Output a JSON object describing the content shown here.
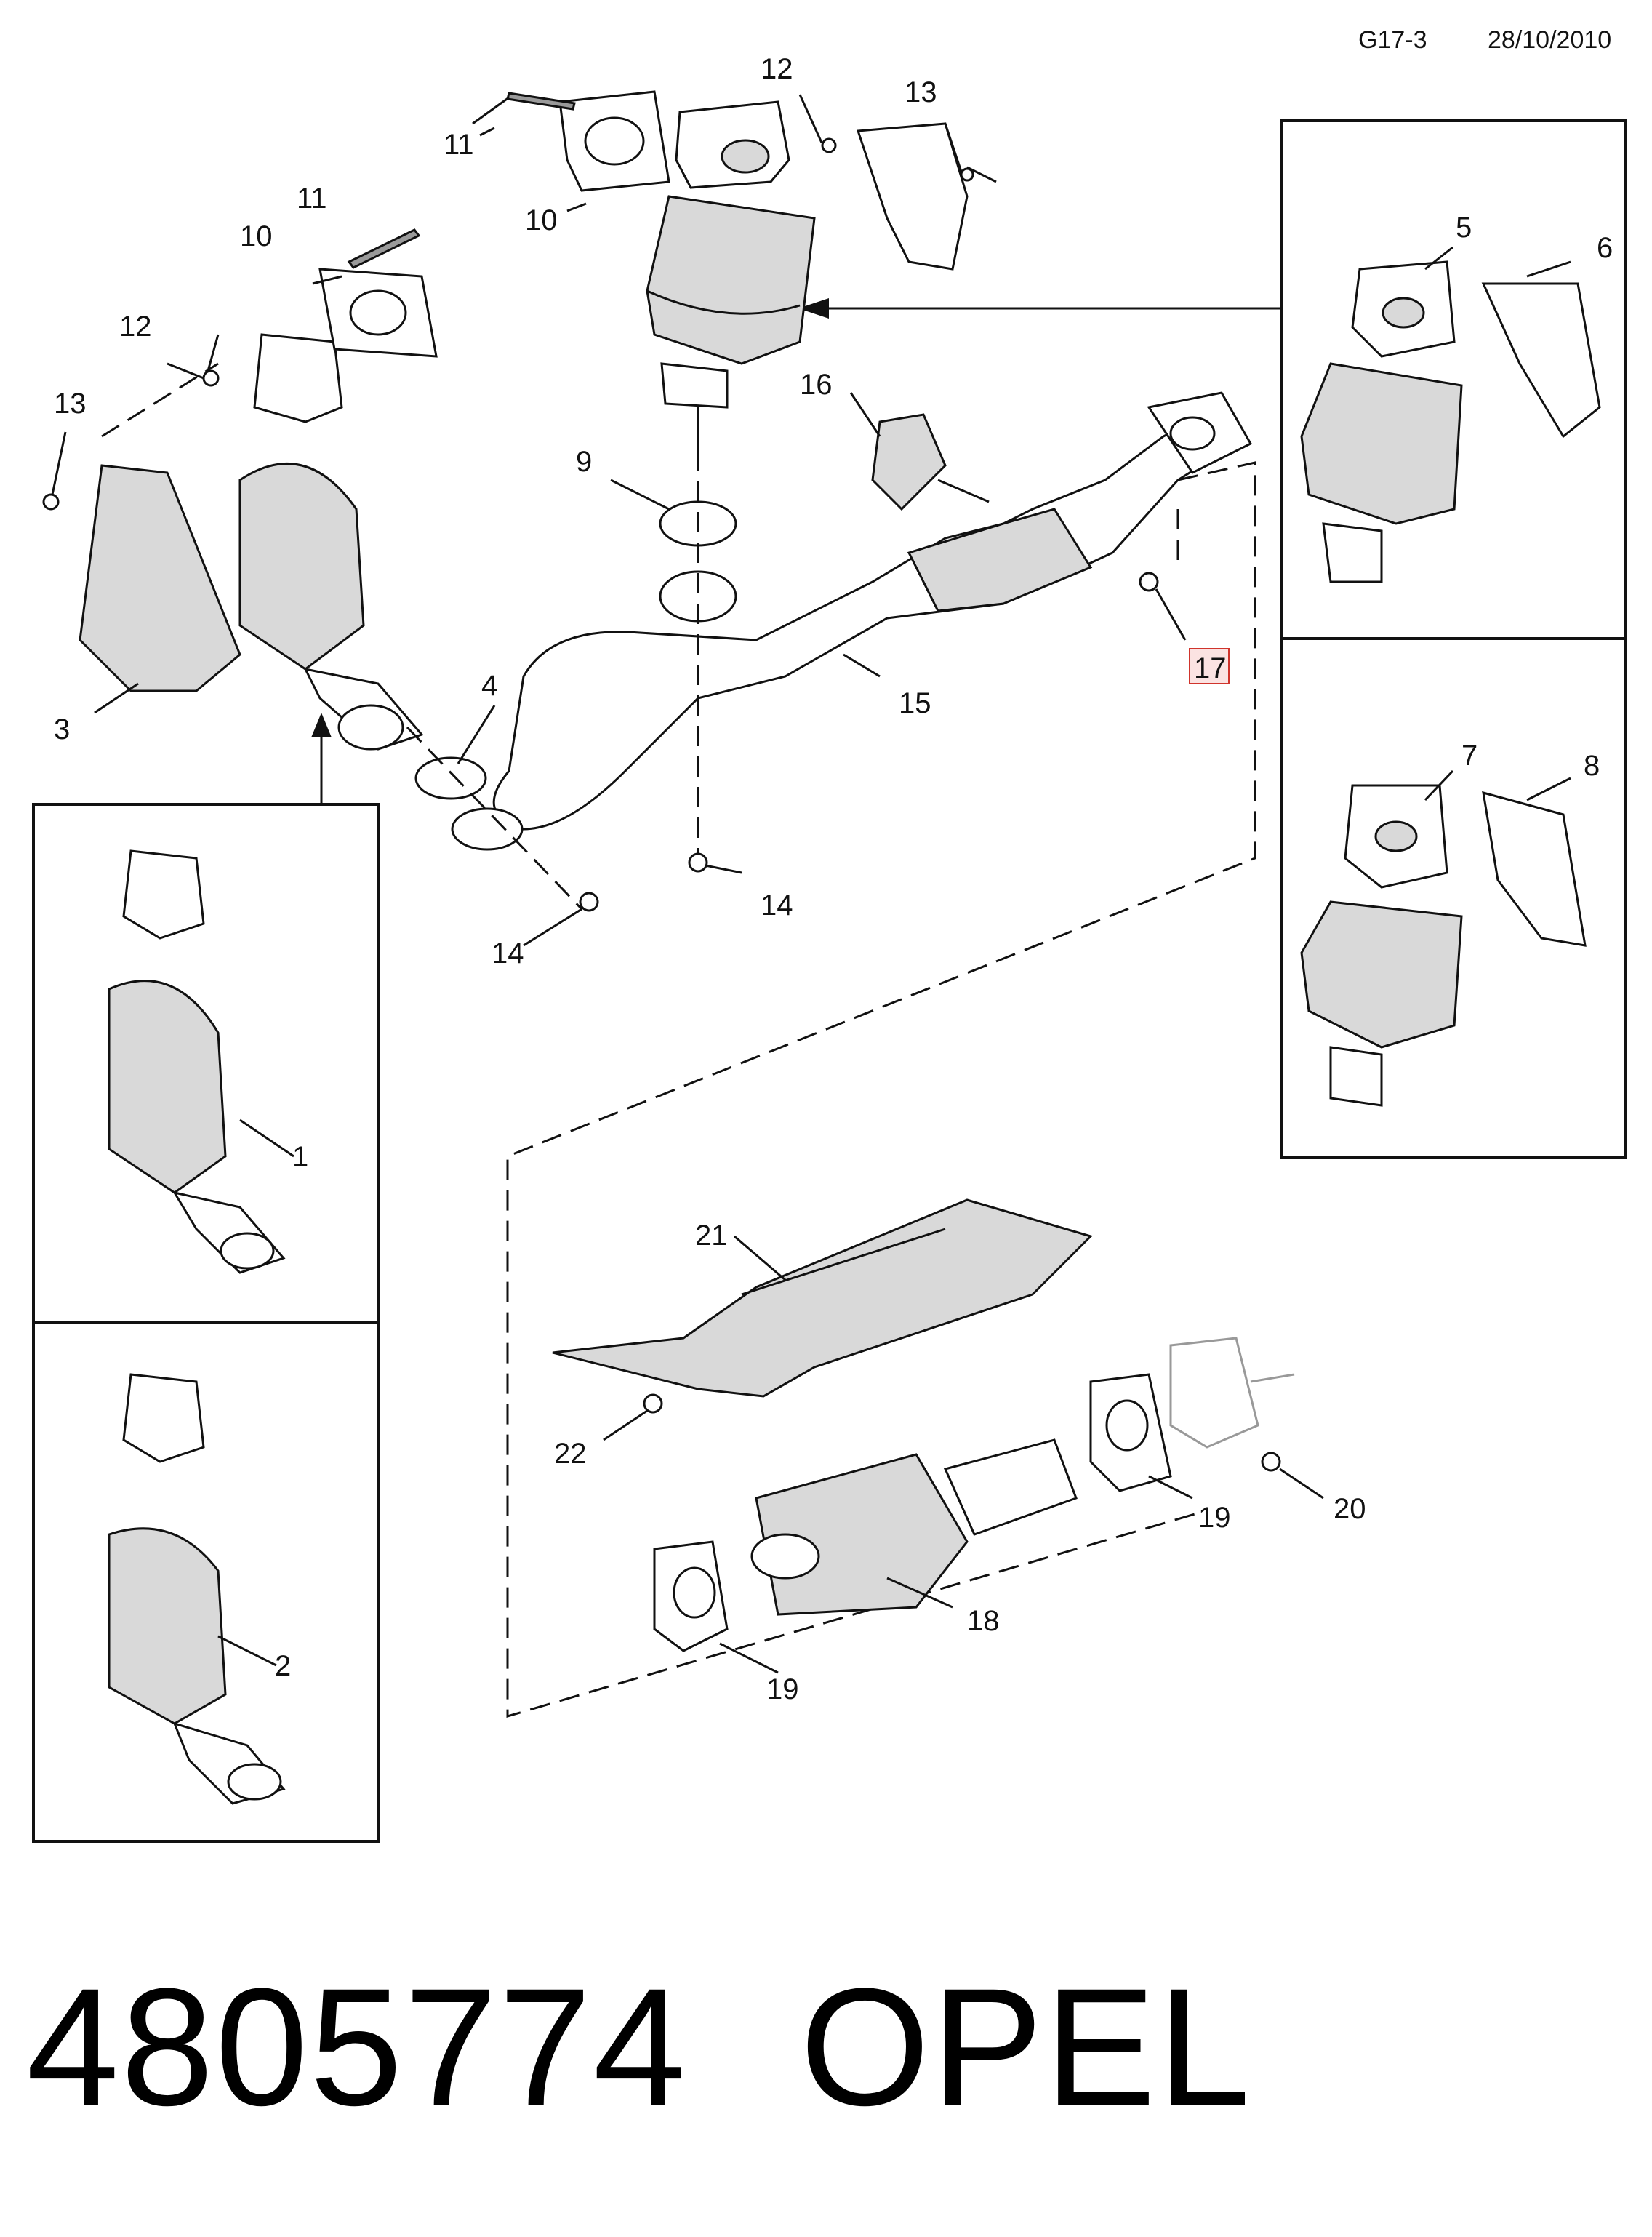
{
  "header": {
    "code": "G17-3",
    "date": "28/10/2010"
  },
  "callouts": {
    "c1": "1",
    "c2": "2",
    "c3": "3",
    "c4": "4",
    "c5": "5",
    "c6": "6",
    "c7": "7",
    "c8": "8",
    "c9": "9",
    "c10a": "10",
    "c10b": "10",
    "c11a": "11",
    "c11b": "11",
    "c12a": "12",
    "c12b": "12",
    "c13a": "13",
    "c13b": "13",
    "c14a": "14",
    "c14b": "14",
    "c15": "15",
    "c16": "16",
    "c17": "17",
    "c18": "18",
    "c19a": "19",
    "c19b": "19",
    "c20": "20",
    "c21": "21",
    "c22": "22"
  },
  "footer": {
    "part_number": "4805774",
    "brand": "OPEL"
  }
}
